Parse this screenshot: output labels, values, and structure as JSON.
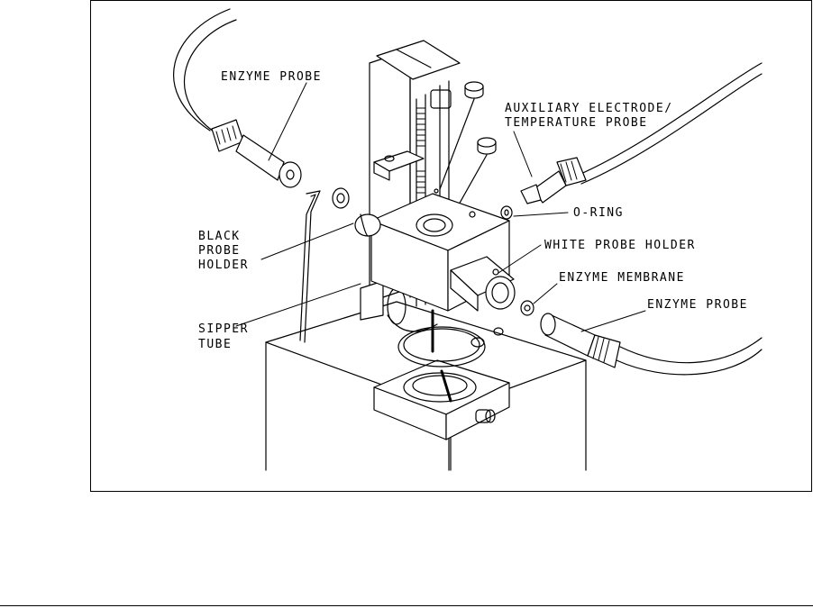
{
  "labels": {
    "enzyme_probe_left": "ENZYME PROBE",
    "auxiliary_line1": "AUXILIARY ELECTRODE/",
    "auxiliary_line2": "TEMPERATURE PROBE",
    "o_ring": "O-RING",
    "black_holder_line1": "BLACK",
    "black_holder_line2": "PROBE",
    "black_holder_line3": "HOLDER",
    "white_holder": "WHITE PROBE HOLDER",
    "enzyme_membrane": "ENZYME  MEMBRANE",
    "enzyme_probe_right": "ENZYME PROBE",
    "sipper_line1": "SIPPER",
    "sipper_line2": "TUBE"
  },
  "colors": {
    "line": "#000000",
    "background": "#ffffff"
  }
}
